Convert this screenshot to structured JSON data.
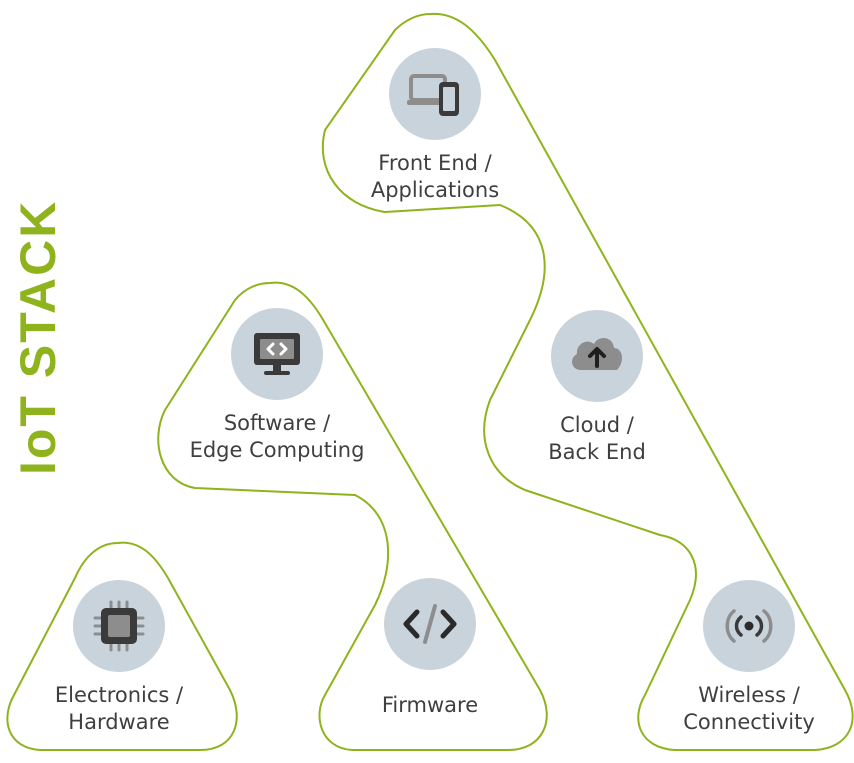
{
  "title": "IoT STACK",
  "colors": {
    "outline": "#8fb31d",
    "title": "#8fb31d",
    "badge": "#c9d3dc",
    "icon_dark": "#3a3a3a",
    "icon_mid": "#8d8d8d",
    "text": "#3f3f3f"
  },
  "nodes": {
    "front_end": {
      "line1": "Front End /",
      "line2": "Applications",
      "icon": "laptop-phone-icon"
    },
    "software": {
      "line1": "Software /",
      "line2": "Edge Computing",
      "icon": "monitor-code-icon"
    },
    "cloud": {
      "line1": "Cloud /",
      "line2": "Back End",
      "icon": "cloud-upload-icon"
    },
    "electronics": {
      "line1": "Electronics /",
      "line2": "Hardware",
      "icon": "chip-icon"
    },
    "firmware": {
      "line1": "Firmware",
      "line2": "",
      "icon": "code-brackets-icon"
    },
    "wireless": {
      "line1": "Wireless /",
      "line2": "Connectivity",
      "icon": "wireless-signal-icon"
    }
  }
}
